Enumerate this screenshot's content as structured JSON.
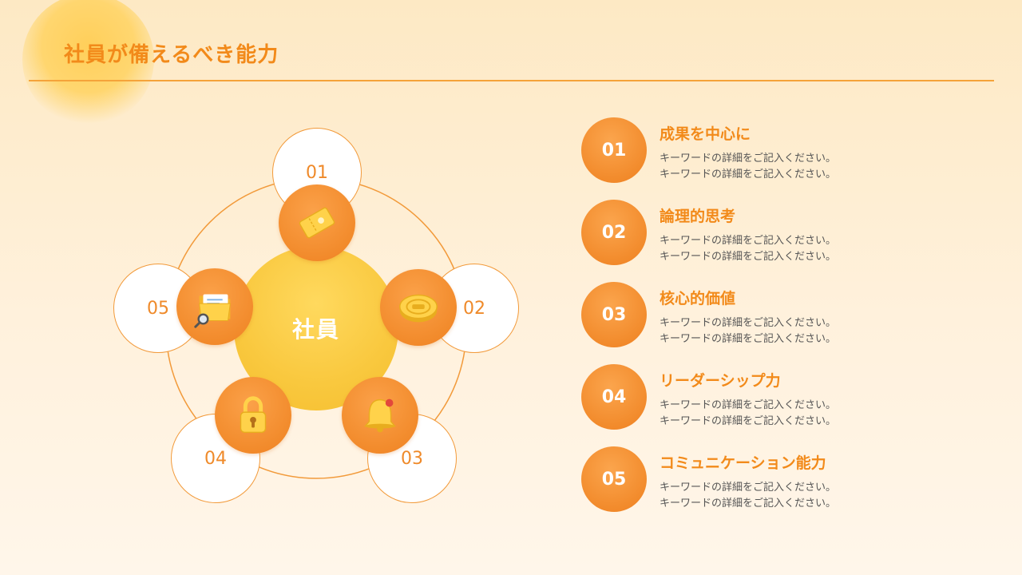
{
  "title": "社員が備えるべき能力",
  "center_label": "社員",
  "colors": {
    "accent": "#f28a1a",
    "orange": "#f28b2c",
    "yellow": "#f9c83e",
    "background": "#fde9c4"
  },
  "nodes": [
    {
      "number": "01",
      "icon": "ticket-icon"
    },
    {
      "number": "02",
      "icon": "coin-icon"
    },
    {
      "number": "03",
      "icon": "bell-icon"
    },
    {
      "number": "04",
      "icon": "padlock-icon"
    },
    {
      "number": "05",
      "icon": "folder-search-icon"
    }
  ],
  "items": [
    {
      "number": "01",
      "title": "成果を中心に",
      "line1": "キーワードの詳細をご記入ください。",
      "line2": "キーワードの詳細をご記入ください。"
    },
    {
      "number": "02",
      "title": "論理的思考",
      "line1": "キーワードの詳細をご記入ください。",
      "line2": "キーワードの詳細をご記入ください。"
    },
    {
      "number": "03",
      "title": "核心的価値",
      "line1": "キーワードの詳細をご記入ください。",
      "line2": "キーワードの詳細をご記入ください。"
    },
    {
      "number": "04",
      "title": "リーダーシップ力",
      "line1": "キーワードの詳細をご記入ください。",
      "line2": "キーワードの詳細をご記入ください。"
    },
    {
      "number": "05",
      "title": "コミュニケーション能力",
      "line1": "キーワードの詳細をご記入ください。",
      "line2": "キーワードの詳細をご記入ください。"
    }
  ]
}
